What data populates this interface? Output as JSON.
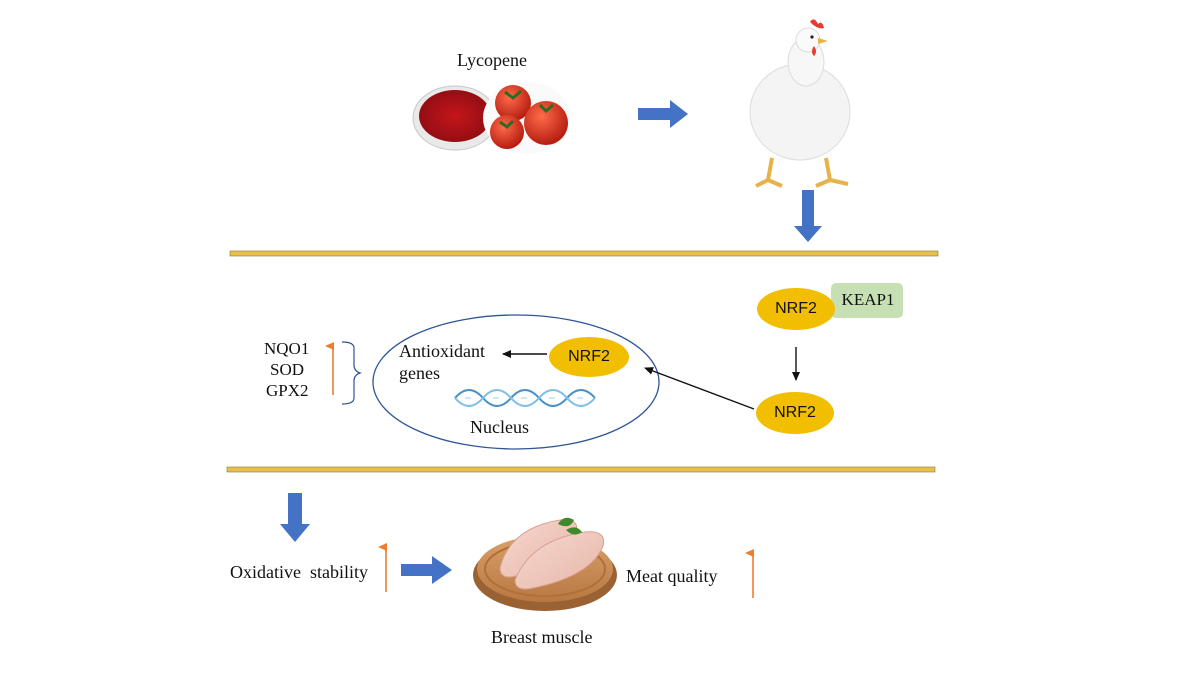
{
  "labels": {
    "lycopene": "Lycopene",
    "nqo1": "NQO1",
    "sod": "SOD",
    "gpx2": "GPX2",
    "antioxidant": "Antioxidant",
    "genes": "genes",
    "nucleus": "Nucleus",
    "nrf2_nucleus": "NRF2",
    "nrf2_complex": "NRF2",
    "keap1": "KEAP1",
    "nrf2_free": "NRF2",
    "oxidative_stability": "Oxidative  stability",
    "meat_quality": "Meat quality",
    "breast_muscle": "Breast muscle"
  },
  "colors": {
    "flow_arrow": "#4472C4",
    "up_arrow": "#ED7D31",
    "nrf2_fill": "#F2BE00",
    "keap1_fill": "#C6E0B4",
    "divider": "#E8C04A",
    "nucleus_border": "#2F5597"
  }
}
